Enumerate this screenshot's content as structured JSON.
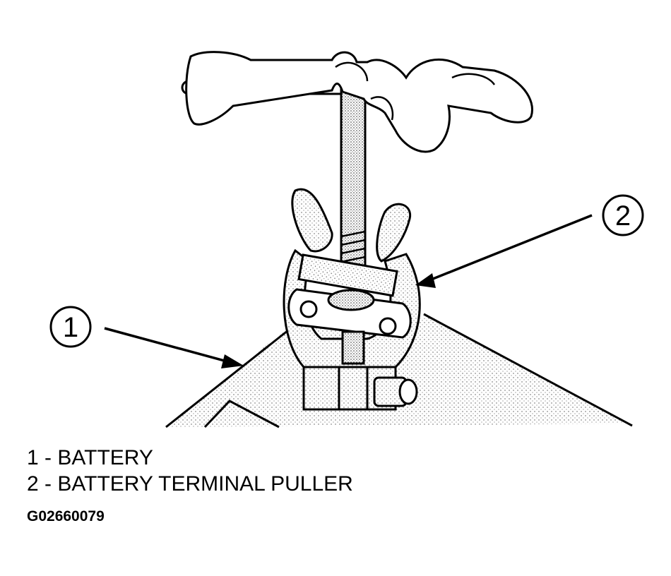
{
  "callouts": [
    {
      "number": "1",
      "target": "battery"
    },
    {
      "number": "2",
      "target": "battery-terminal-puller"
    }
  ],
  "legend": [
    "1 - BATTERY",
    "2 - BATTERY TERMINAL PULLER"
  ],
  "figure_id": "G02660079"
}
